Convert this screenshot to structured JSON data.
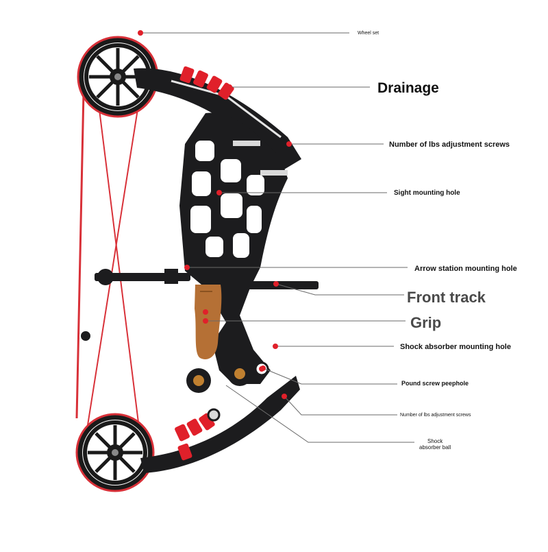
{
  "labels": {
    "wheel_set": "Wheel set",
    "drainage": "Drainage",
    "lbs_screws": "Number of lbs adjustment screws",
    "sight_hole": "Sight mounting hole",
    "arrow_hole": "Arrow station mounting hole",
    "front_track": "Front track",
    "grip": "Grip",
    "shock_hole": "Shock absorber mounting hole",
    "pound_peephole": "Pound screw peephole",
    "lbs_screws_small": "Number of lbs adjustment screws",
    "shock_ball_line1": "Shock",
    "shock_ball_line2": "absorber ball"
  },
  "colors": {
    "accent": "#e0202a",
    "string": "#d83038",
    "riser": "#1c1c1e",
    "grip": "#b57035",
    "leader": "#6a6a6a"
  }
}
